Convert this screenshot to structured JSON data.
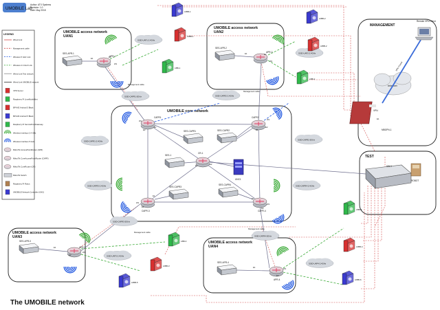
{
  "header": {
    "logo_text": "UMOBILE Lab",
    "meta_author": "Author: ATX Systems",
    "meta_revision": "Revision: 1.0",
    "meta_date": "Date: May 2018"
  },
  "legend": {
    "title": "LEGEND",
    "items": [
      "Wired Link",
      "Management cable",
      "Wireless 5 GHz Link",
      "Wireless 2.4 GHz Link",
      "Wired Link Test network",
      "Wired Link UMOBILE network",
      "VPN Server",
      "Raspberry Pi LimeMobileNet",
      "BPI-M2 Android 5 Black",
      "BPI-M2 Android 5 Black",
      "Raspberry Pi ServicePointGateway",
      "Wireless Interface 2.4 GHz",
      "Wireless Interface 5 GHz",
      "MikroTik AccessPointRouter (APR)",
      "MikroTik CoreAccessPointRouter (CAPR)",
      "MikroTik CoreRouter (CR)",
      "MikroTik Switch",
      "Raspberry Pi Robot",
      "UMOBILE Network Controller (UNC)"
    ]
  },
  "regions": {
    "uan1": "UMOBILE access network\nUAN1",
    "uan2": "UMOBILE access network\nUAN2",
    "uan3": "UMOBILE access network\nUAN3",
    "uan4": "UMOBILE access network\nUAN4",
    "core": "UMOBILE core network",
    "management": "MANAGEMENT",
    "test": "TEST"
  },
  "labels": {
    "apr1": "APR-1",
    "apr2": "APR-2",
    "apr3": "APR-3",
    "apr4": "APR-4",
    "capr1": "CAPR1",
    "capr2": "CAPR2",
    "capr3": "CAPR-3",
    "capr4": "CAPR-4",
    "cr1": "CR-1",
    "unc": "UNC1",
    "ses_apr1": "SES-APR-1",
    "ses_apr2": "SES-APR-2",
    "ses_apr3": "SES-APR-3",
    "ses_apr4": "SES-APR-4",
    "ses_capr1": "SES-CAPR1",
    "ses_capr2": "SES-CAPR2",
    "ses_capr3": "SES-CAPR3",
    "ses_capr4": "SES-CAPR4",
    "ses_1": "SES-1",
    "ssid_uap1": "SSID-UAP1-2.4GHz",
    "ssid_uap2": "SSID-UAP2-2.4GHz",
    "ssid_uap3": "SSID-UAP3-2.4GHz",
    "ssid_uap4": "SSID-UAP4-2.4GHz",
    "ssid_capr1_24": "SSID-CAPR1-2.4GHz",
    "ssid_capr2_24": "SSID-CAPR2-2.4GHz",
    "ssid_capr3_24": "SSID-CAPR3-2.4GHz",
    "ssid_capr4_24": "SSID-CAPR4-2.4GHz",
    "ssid_capr1_5": "SSID-CAPR1-5GHz",
    "ssid_capr2_5": "SSID-CAPR2-5GHz",
    "ssid_capr3_5": "SSID-CAPR3-5GHz",
    "ssid_capr4_5": "SSID-CAPR4-5GHz",
    "mgmt_cable": "Management cable",
    "aibb1": "AIBB-1",
    "aibb2": "AIBB-2",
    "aibb3": "AIBB-3",
    "aibb4": "AIBB-4",
    "aibb5": "AIBB-5",
    "aibb6": "AIBB-6",
    "lbb1": "LBB-1",
    "lbb2": "LBB-2",
    "lbb3": "LBB-3",
    "lbb4": "LBB-4",
    "aibb_r1": "AIBB-1",
    "aibb_r2": "AIBB-2",
    "vpn": "VPN",
    "mbgpn": "MBGPN-1",
    "internet": "Internet",
    "remote_client": "Remote\nVPN\nClient",
    "vpn_tunnel": "VPN Tunnel",
    "sw": "SW-1",
    "robot": "ROBOT",
    "w1": "W1",
    "e1": "E1",
    "e2": "E2"
  },
  "footer": {
    "title": "The UMOBILE network"
  },
  "colors": {
    "router": "#e03a5f",
    "wired": "#6a6a8a",
    "mgmt": "#d24a4a",
    "wifi5": "#1f56e0",
    "wifi24": "#36a832",
    "cloud": "#c8ccd4",
    "green_dev": "#2fb84a",
    "red_dev": "#d83030",
    "blue_dev": "#3a3ad0",
    "vpn": "#b63a3a"
  }
}
